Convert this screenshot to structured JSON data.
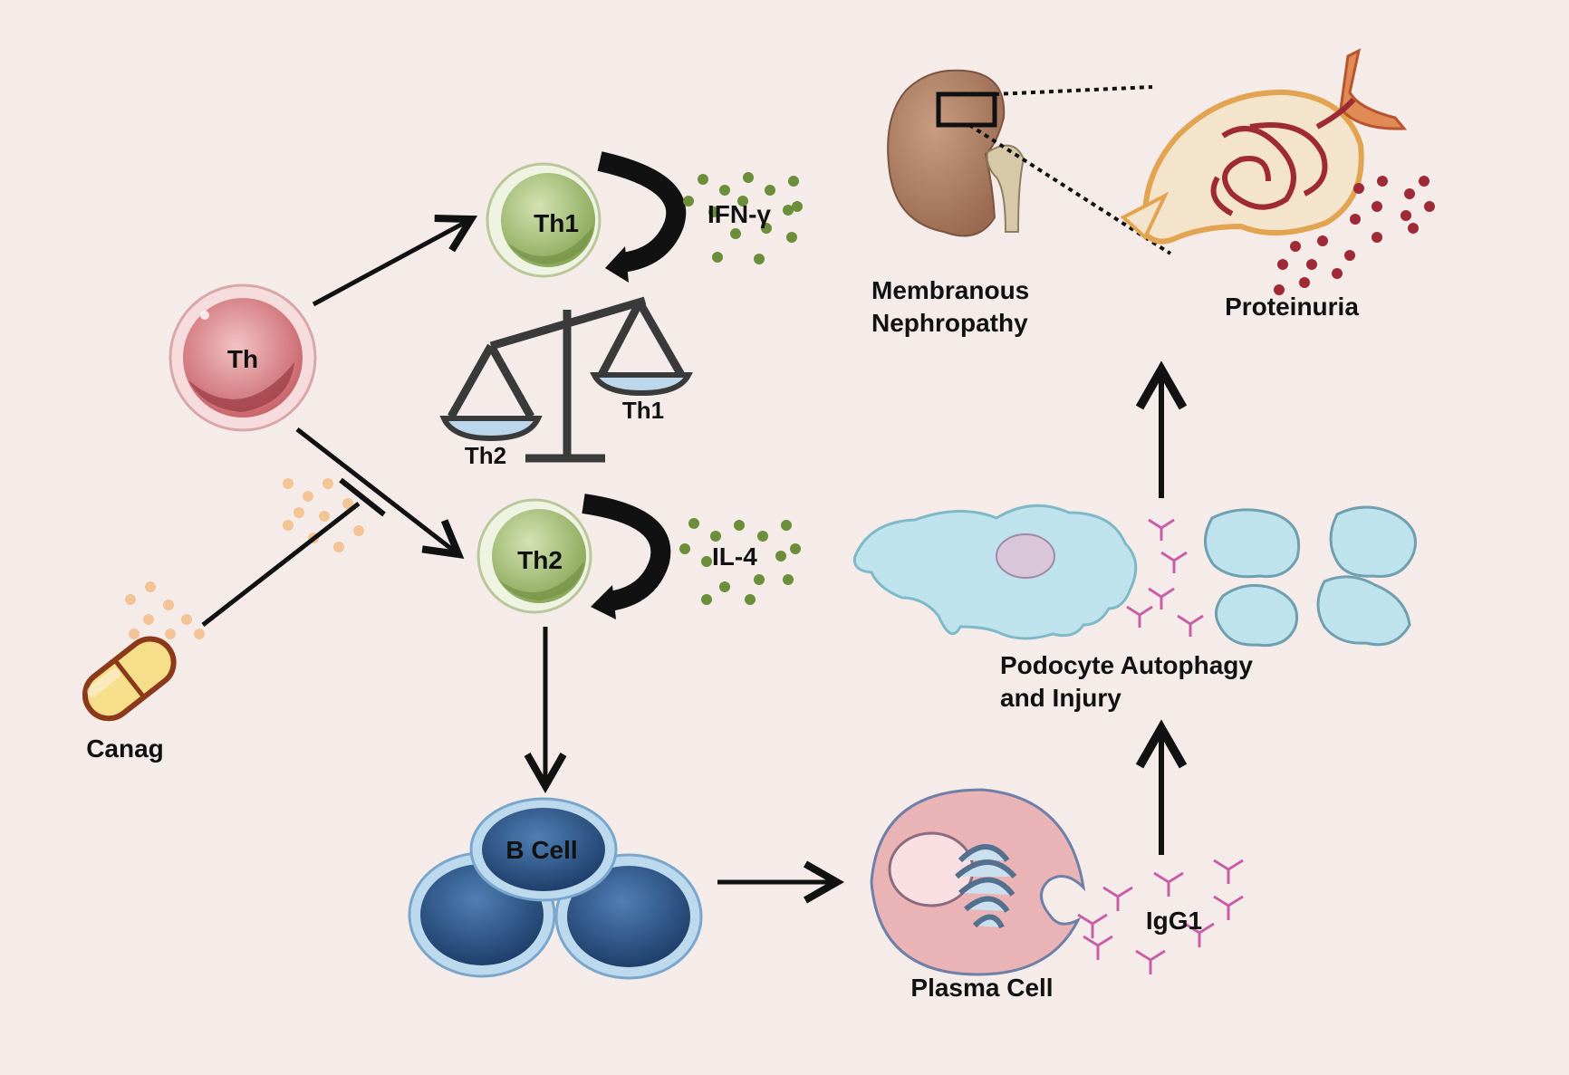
{
  "labels": {
    "th": "Th",
    "th1": "Th1",
    "th2": "Th2",
    "ifn": "IFN-γ",
    "il4": "IL-4",
    "scale_th1": "Th1",
    "scale_th2": "Th2",
    "canag": "Canag",
    "b_cell": "B Cell",
    "plasma_cell": "Plasma Cell",
    "igg1": "IgG1",
    "podocyte_line1": "Podocyte Autophagy",
    "podocyte_line2": "and Injury",
    "mn_line1": "Membranous",
    "mn_line2": "Nephropathy",
    "proteinuria": "Proteinuria"
  },
  "colors": {
    "background": "#f5ecea",
    "th_cell": "#d98e92",
    "th12_cell": "#a9c27e",
    "cytokine_dot": "#6b8e3a",
    "b_cell": "#2f5b8f",
    "plasma_cell": "#eab3b5",
    "podocyte": "#bfe3ec",
    "kidney": "#a97a60",
    "proteinuria_dot": "#9e2a35",
    "drug_dot": "#f3c596",
    "capsule": "#f6de8a"
  }
}
